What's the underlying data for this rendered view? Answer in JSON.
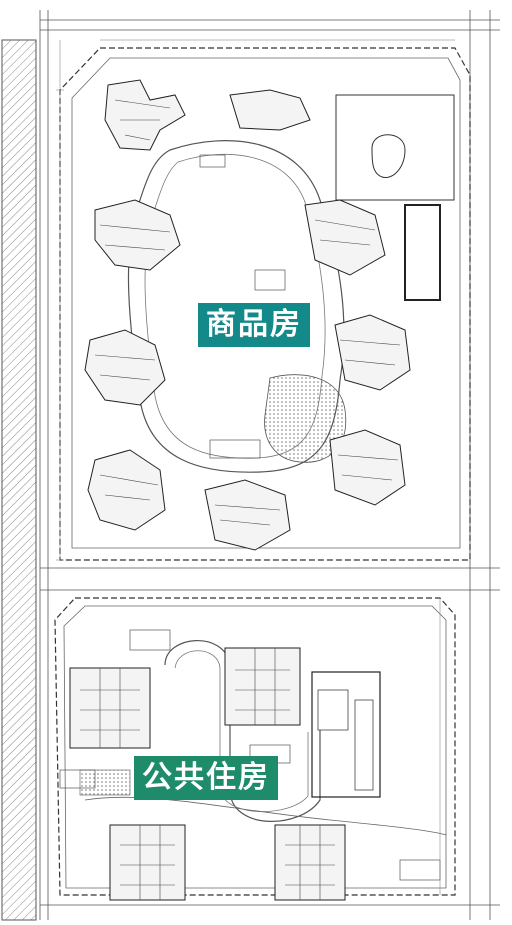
{
  "plan": {
    "zones": [
      {
        "id": "commercial",
        "label": "商品房",
        "color": "#13898a"
      },
      {
        "id": "public",
        "label": "公共住房",
        "color": "#1e8b6a"
      }
    ],
    "line_color": "#444444",
    "hatch_color": "#888888"
  }
}
